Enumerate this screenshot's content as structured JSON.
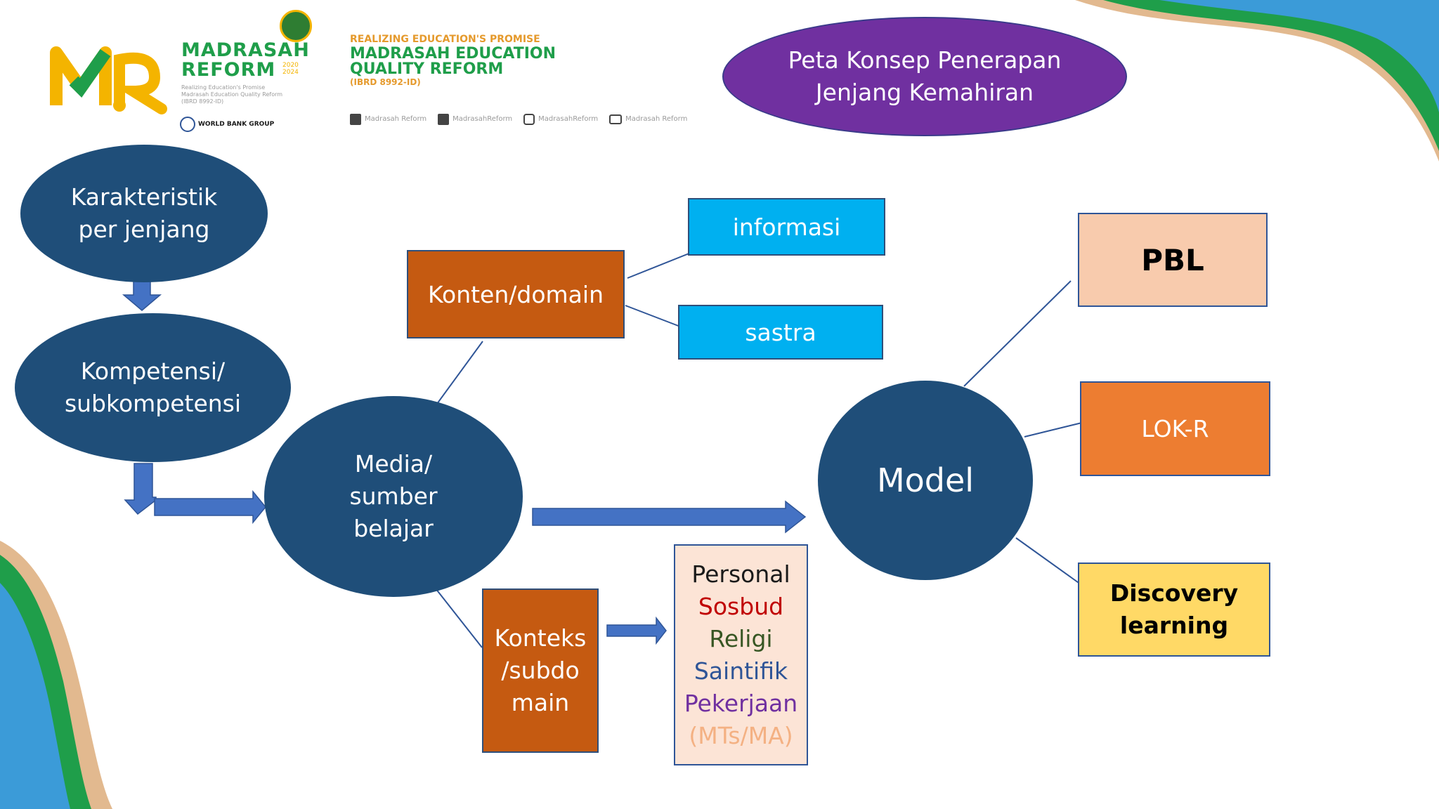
{
  "header": {
    "logo_mr": "MR",
    "logo_title_line1": "MADRASAH",
    "logo_title_line2": "REFORM",
    "logo_years": "2020\n2024",
    "logo_sub": "Realizing Education's Promise\nMadrasah Education Quality Reform\n(IBRD 8992-ID)",
    "worldbank": "WORLD BANK GROUP",
    "promise_line": "REALIZING EDUCATION'S PROMISE",
    "meqr_line1": "MADRASAH EDUCATION",
    "meqr_line2": "QUALITY REFORM",
    "ibrd": "(IBRD 8992-ID)",
    "social": [
      {
        "icon": "facebook-icon",
        "label": "Madrasah Reform"
      },
      {
        "icon": "twitter-icon",
        "label": "MadrasahReform"
      },
      {
        "icon": "instagram-icon",
        "label": "MadrasahReform"
      },
      {
        "icon": "youtube-icon",
        "label": "Madrasah Reform"
      }
    ]
  },
  "title": "Peta Konsep Penerapan\nJenjang  Kemahiran",
  "nodes": {
    "karakteristik": "Karakteristik\nper jenjang",
    "kompetensi": "Kompetensi/\nsubkompetensi",
    "media": "Media/\nsumber\nbelajar",
    "konten": "Konten/domain",
    "informasi": "informasi",
    "sastra": "sastra",
    "konteks": "Konteks\n/subdo\nmain",
    "model": "Model",
    "pbl": "PBL",
    "lokr": "LOK-R",
    "discovery": "Discovery\nlearning"
  },
  "context_list": [
    {
      "label": "Personal",
      "color": "#1a1a1a"
    },
    {
      "label": "Sosbud",
      "color": "#c00000"
    },
    {
      "label": "Religi",
      "color": "#375623"
    },
    {
      "label": "Saintifik",
      "color": "#2f5597"
    },
    {
      "label": "Pekerjaan",
      "color": "#7030a0"
    },
    {
      "label": "(MTs/MA)",
      "color": "#f4b183"
    }
  ],
  "colors": {
    "navy": "#1f4e79",
    "brown": "#c55a11",
    "cyan": "#00b0f0",
    "orange": "#ed7d31",
    "peach": "#f8cbad",
    "yellow": "#ffd966",
    "purple": "#7030a0",
    "arrow": "#4472c4"
  }
}
